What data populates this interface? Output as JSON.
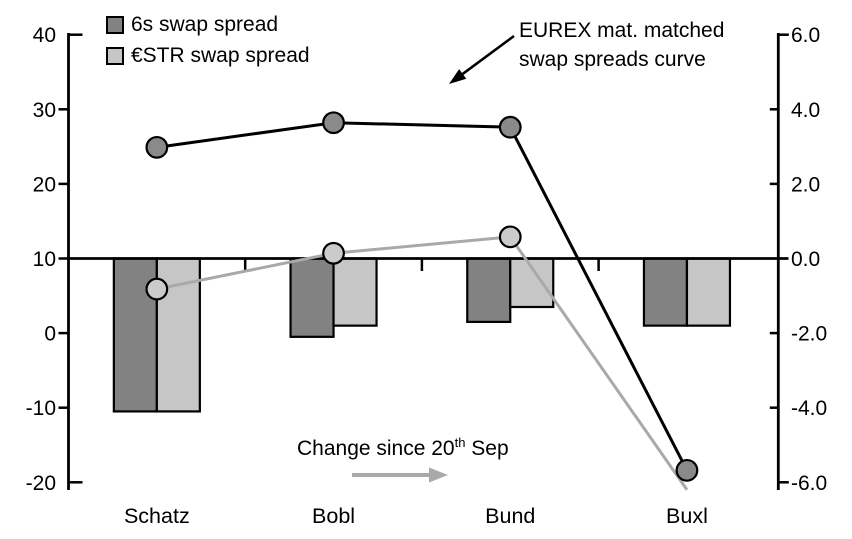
{
  "chart_data": {
    "type": "combo_bar_line",
    "categories": [
      "Schatz",
      "Bobl",
      "Bund",
      "Buxl"
    ],
    "legend": [
      {
        "label": "6s swap spread",
        "color": "#828282"
      },
      {
        "label": "€STR swap spread",
        "color": "#c6c6c6"
      }
    ],
    "bar_series": [
      {
        "name": "6s swap spread",
        "axis": "right",
        "color": "#828282",
        "values": [
          -4.1,
          -2.1,
          -1.7,
          -1.8
        ]
      },
      {
        "name": "€STR swap spread",
        "axis": "right",
        "color": "#c6c6c6",
        "values": [
          -4.1,
          -1.8,
          -1.3,
          -1.8
        ]
      }
    ],
    "line_series": [
      {
        "name": "€STR swap spread curve",
        "axis": "left",
        "color": "#a9a9a9",
        "marker_color": "#cbcbcb",
        "values": [
          5.9,
          10.7,
          12.9,
          -21.0
        ],
        "marker_shown": [
          true,
          true,
          true,
          false
        ]
      },
      {
        "name": "6s swap spread curve",
        "axis": "left",
        "color": "#000000",
        "marker_color": "#8a8a8a",
        "values": [
          24.9,
          28.2,
          27.6,
          -18.4
        ],
        "marker_shown": [
          true,
          true,
          true,
          true
        ]
      }
    ],
    "left_axis": {
      "min": -20,
      "max": 40,
      "tick_values": [
        40,
        30,
        20,
        10,
        0,
        -10,
        -20
      ],
      "tick_labels": [
        "40",
        "30",
        "20",
        "10",
        "0",
        "-10",
        "-20"
      ]
    },
    "right_axis": {
      "min": -6.0,
      "max": 6.0,
      "tick_values": [
        6,
        4,
        2,
        0,
        -2,
        -4,
        -6
      ],
      "tick_labels": [
        "6.0",
        "4.0",
        "2.0",
        "0.0",
        "-2.0",
        "-4.0",
        "-6.0"
      ]
    },
    "bars_zero_at_left_value": 10,
    "grid": false,
    "legend_position": "top-left",
    "annotations": {
      "curve_label": [
        "EUREX mat. matched",
        "swap spreads curve"
      ],
      "change_label": {
        "prefix": "Change since 20",
        "superscript": "th",
        "suffix": " Sep"
      }
    }
  }
}
